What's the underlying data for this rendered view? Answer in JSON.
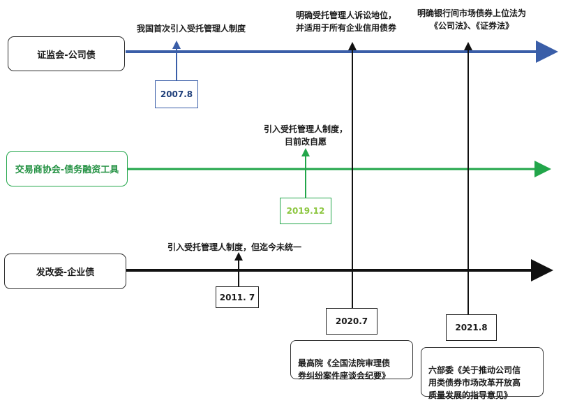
{
  "lanes": [
    {
      "label": "证监会-公司债",
      "color": "#3a5ea8"
    },
    {
      "label": "交易商协会-债务融资工具",
      "color": "#22a64a"
    },
    {
      "label": "发改委-企业债",
      "color": "#111111"
    }
  ],
  "dates": {
    "d2007": "2007.8",
    "d2019": "2019.12",
    "d2011": "2011. 7",
    "d2020": "2020.7",
    "d2021": "2021.8"
  },
  "notes": {
    "n2007": "我国首次引入受托管理人制度",
    "n2020_line1": "明确受托管理人诉讼地位，",
    "n2020_line2": "并适用于所有企业信用债券",
    "n2021_line1": "明确银行间市场债券上位法为",
    "n2021_line2": "《公司法》、《证券法》",
    "n2019_line1": "引入受托管理人制度，",
    "n2019_line2": "目前改自愿",
    "n2011": "引入受托管理人制度，但迄今未统一"
  },
  "callouts": {
    "c2020": "最高院《全国法院审理债\n券纠纷案件座谈会纪要》",
    "c2021": "六部委《关于推动公司信\n用类债券市场改革开放高\n质量发展的指导意见》"
  },
  "colors": {
    "csrc_line": "#3a5ea8",
    "nafmii_line": "#22a64a",
    "nafmii_date": "#8cc63f",
    "ndrc_line": "#111111"
  }
}
